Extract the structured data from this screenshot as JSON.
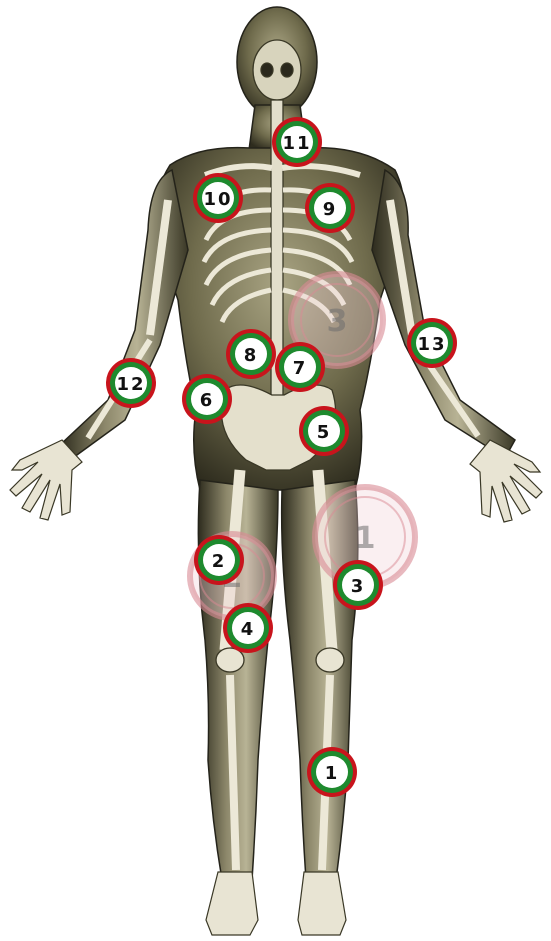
{
  "markers": [
    {
      "id": "marker-11",
      "label": "11"
    },
    {
      "id": "marker-10",
      "label": "10"
    },
    {
      "id": "marker-9",
      "label": "9"
    },
    {
      "id": "marker-13",
      "label": "13"
    },
    {
      "id": "marker-12",
      "label": "12"
    },
    {
      "id": "marker-8",
      "label": "8"
    },
    {
      "id": "marker-7",
      "label": "7"
    },
    {
      "id": "marker-6",
      "label": "6"
    },
    {
      "id": "marker-5",
      "label": "5"
    },
    {
      "id": "marker-2",
      "label": "2"
    },
    {
      "id": "marker-3",
      "label": "3"
    },
    {
      "id": "marker-4",
      "label": "4"
    },
    {
      "id": "marker-1",
      "label": "1"
    }
  ],
  "faded_markers": [
    {
      "id": "faded-marker-3",
      "label": "3"
    },
    {
      "id": "faded-marker-1",
      "label": "1"
    },
    {
      "id": "faded-marker-2",
      "label": "2"
    }
  ],
  "colors": {
    "marker_outer_red": "#c8141c",
    "marker_green": "#1e8a2e",
    "marker_inner": "#ffffff",
    "faded_ring": "#d98a94",
    "body_fill": "#6f6b4c",
    "body_highlight": "#cfcab0",
    "bone": "#f2efe2",
    "bone_stroke": "#3a3826"
  }
}
